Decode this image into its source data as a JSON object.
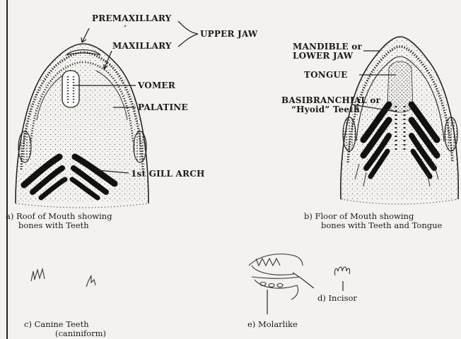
{
  "labels": {
    "premaxillary": "PREMAXILLARY",
    "maxillary": "MAXILLARY",
    "upper_jaw": "UPPER JAW",
    "vomer": "VOMER",
    "palatine": "PALATINE",
    "gill_arch": "1st GILL ARCH",
    "mandible_1": "MANDIBLE or",
    "mandible_2": "LOWER JAW",
    "tongue": "TONGUE",
    "basibranchial_1": "BASIBRANCHIAL or",
    "basibranchial_2": "“Hyoid” Teeth"
  },
  "captions": {
    "a_line1": "a)  Roof of Mouth showing",
    "a_line2": "bones with Teeth",
    "b_line1": "b)  Floor of Mouth showing",
    "b_line2": "bones with Teeth and Tongue",
    "c_line1": "c)  Canine Teeth",
    "c_line2": "(caniniform)",
    "d_line1": "d)  Incisor",
    "e_line1": "e)  Molarlike"
  }
}
